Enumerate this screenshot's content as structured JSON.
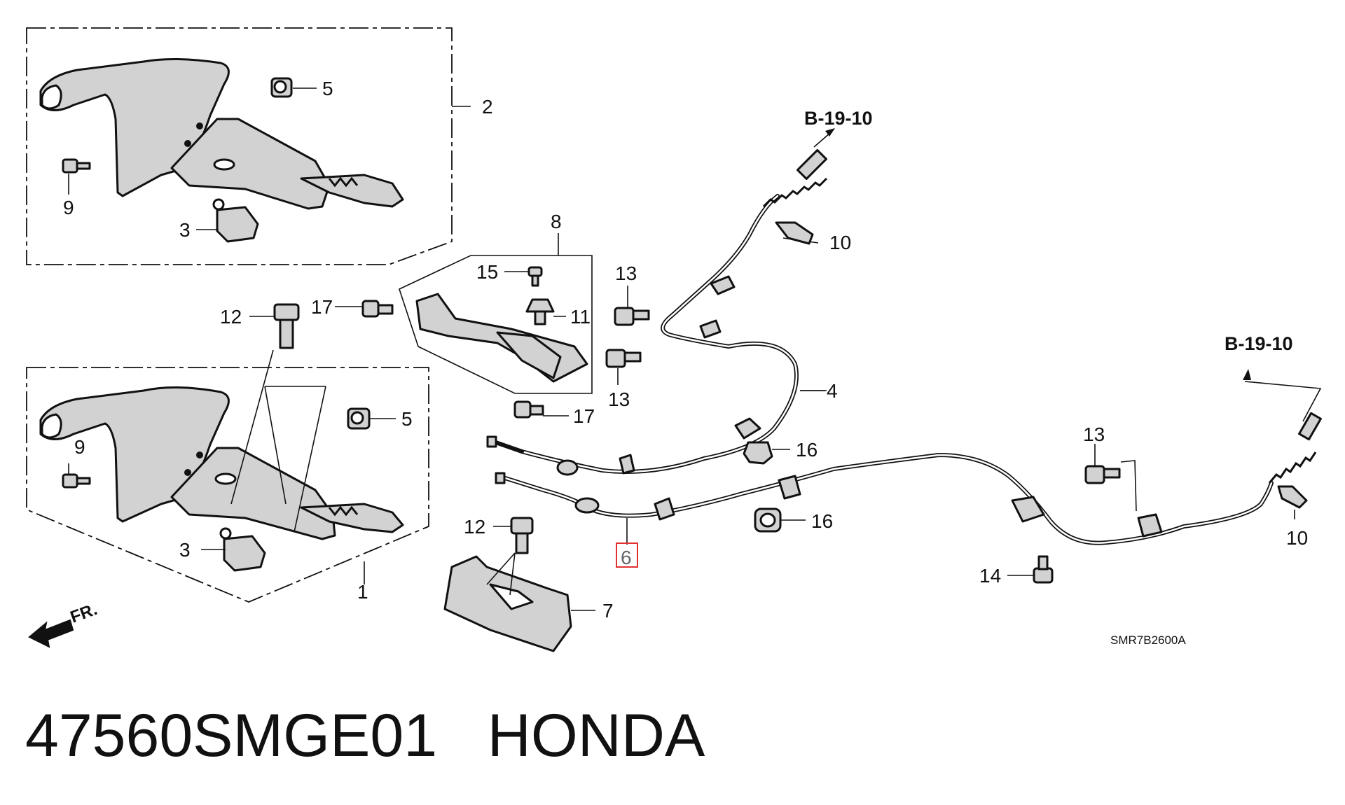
{
  "callouts": {
    "c1": "1",
    "c2": "2",
    "c3a": "3",
    "c3b": "3",
    "c4": "4",
    "c5a": "5",
    "c5b": "5",
    "c6": "6",
    "c7": "7",
    "c8": "8",
    "c9a": "9",
    "c9b": "9",
    "c10a": "10",
    "c10b": "10",
    "c11": "11",
    "c12a": "12",
    "c12b": "12",
    "c13a": "13",
    "c13b": "13",
    "c13c": "13",
    "c14": "14",
    "c15": "15",
    "c16a": "16",
    "c16b": "16",
    "c17a": "17",
    "c17b": "17"
  },
  "references": {
    "upper": "B-19-10",
    "right": "B-19-10"
  },
  "front_marker": "FR.",
  "diagram_code": "SMR7B2600A",
  "footer": {
    "part_number": "47560SMGE01",
    "brand": "HONDA"
  },
  "highlight_colour": "#e03030"
}
